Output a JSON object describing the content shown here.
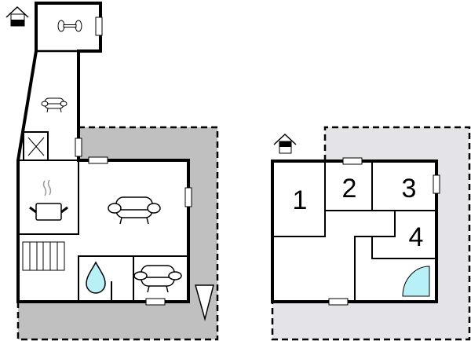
{
  "colors": {
    "ground_terrace": "#c0c0c0",
    "upper_terrace": "#e4e4e8",
    "wall": "#000000",
    "water": "#b8f0f8",
    "steam": "#999999"
  },
  "floors": [
    {
      "name": "ground-floor",
      "level_icon": "house-ground-floor-icon",
      "rooms": [
        {
          "name": "fitness-room",
          "icon": "dumbbell-icon"
        },
        {
          "name": "corridor-lounge",
          "icon": "sofa-icon"
        },
        {
          "name": "chimney",
          "icon": "chimney-cross-icon"
        },
        {
          "name": "kitchen",
          "icon": "cooking-pot-icon"
        },
        {
          "name": "living-room",
          "icon": "sofa-icon"
        },
        {
          "name": "stairs",
          "icon": "stairs-icon"
        },
        {
          "name": "bathroom",
          "icon": "water-drop-icon"
        },
        {
          "name": "sitting-room",
          "icon": "sofa-icon"
        }
      ],
      "entrance_icon": "entrance-triangle-icon"
    },
    {
      "name": "upper-floor",
      "level_icon": "house-upper-floor-icon",
      "rooms": [
        {
          "name": "bedroom-1",
          "label": "1"
        },
        {
          "name": "bedroom-2",
          "label": "2"
        },
        {
          "name": "bedroom-3",
          "label": "3"
        },
        {
          "name": "bedroom-4",
          "label": "4"
        },
        {
          "name": "shower",
          "icon": "shower-quarter-icon"
        }
      ]
    }
  ]
}
